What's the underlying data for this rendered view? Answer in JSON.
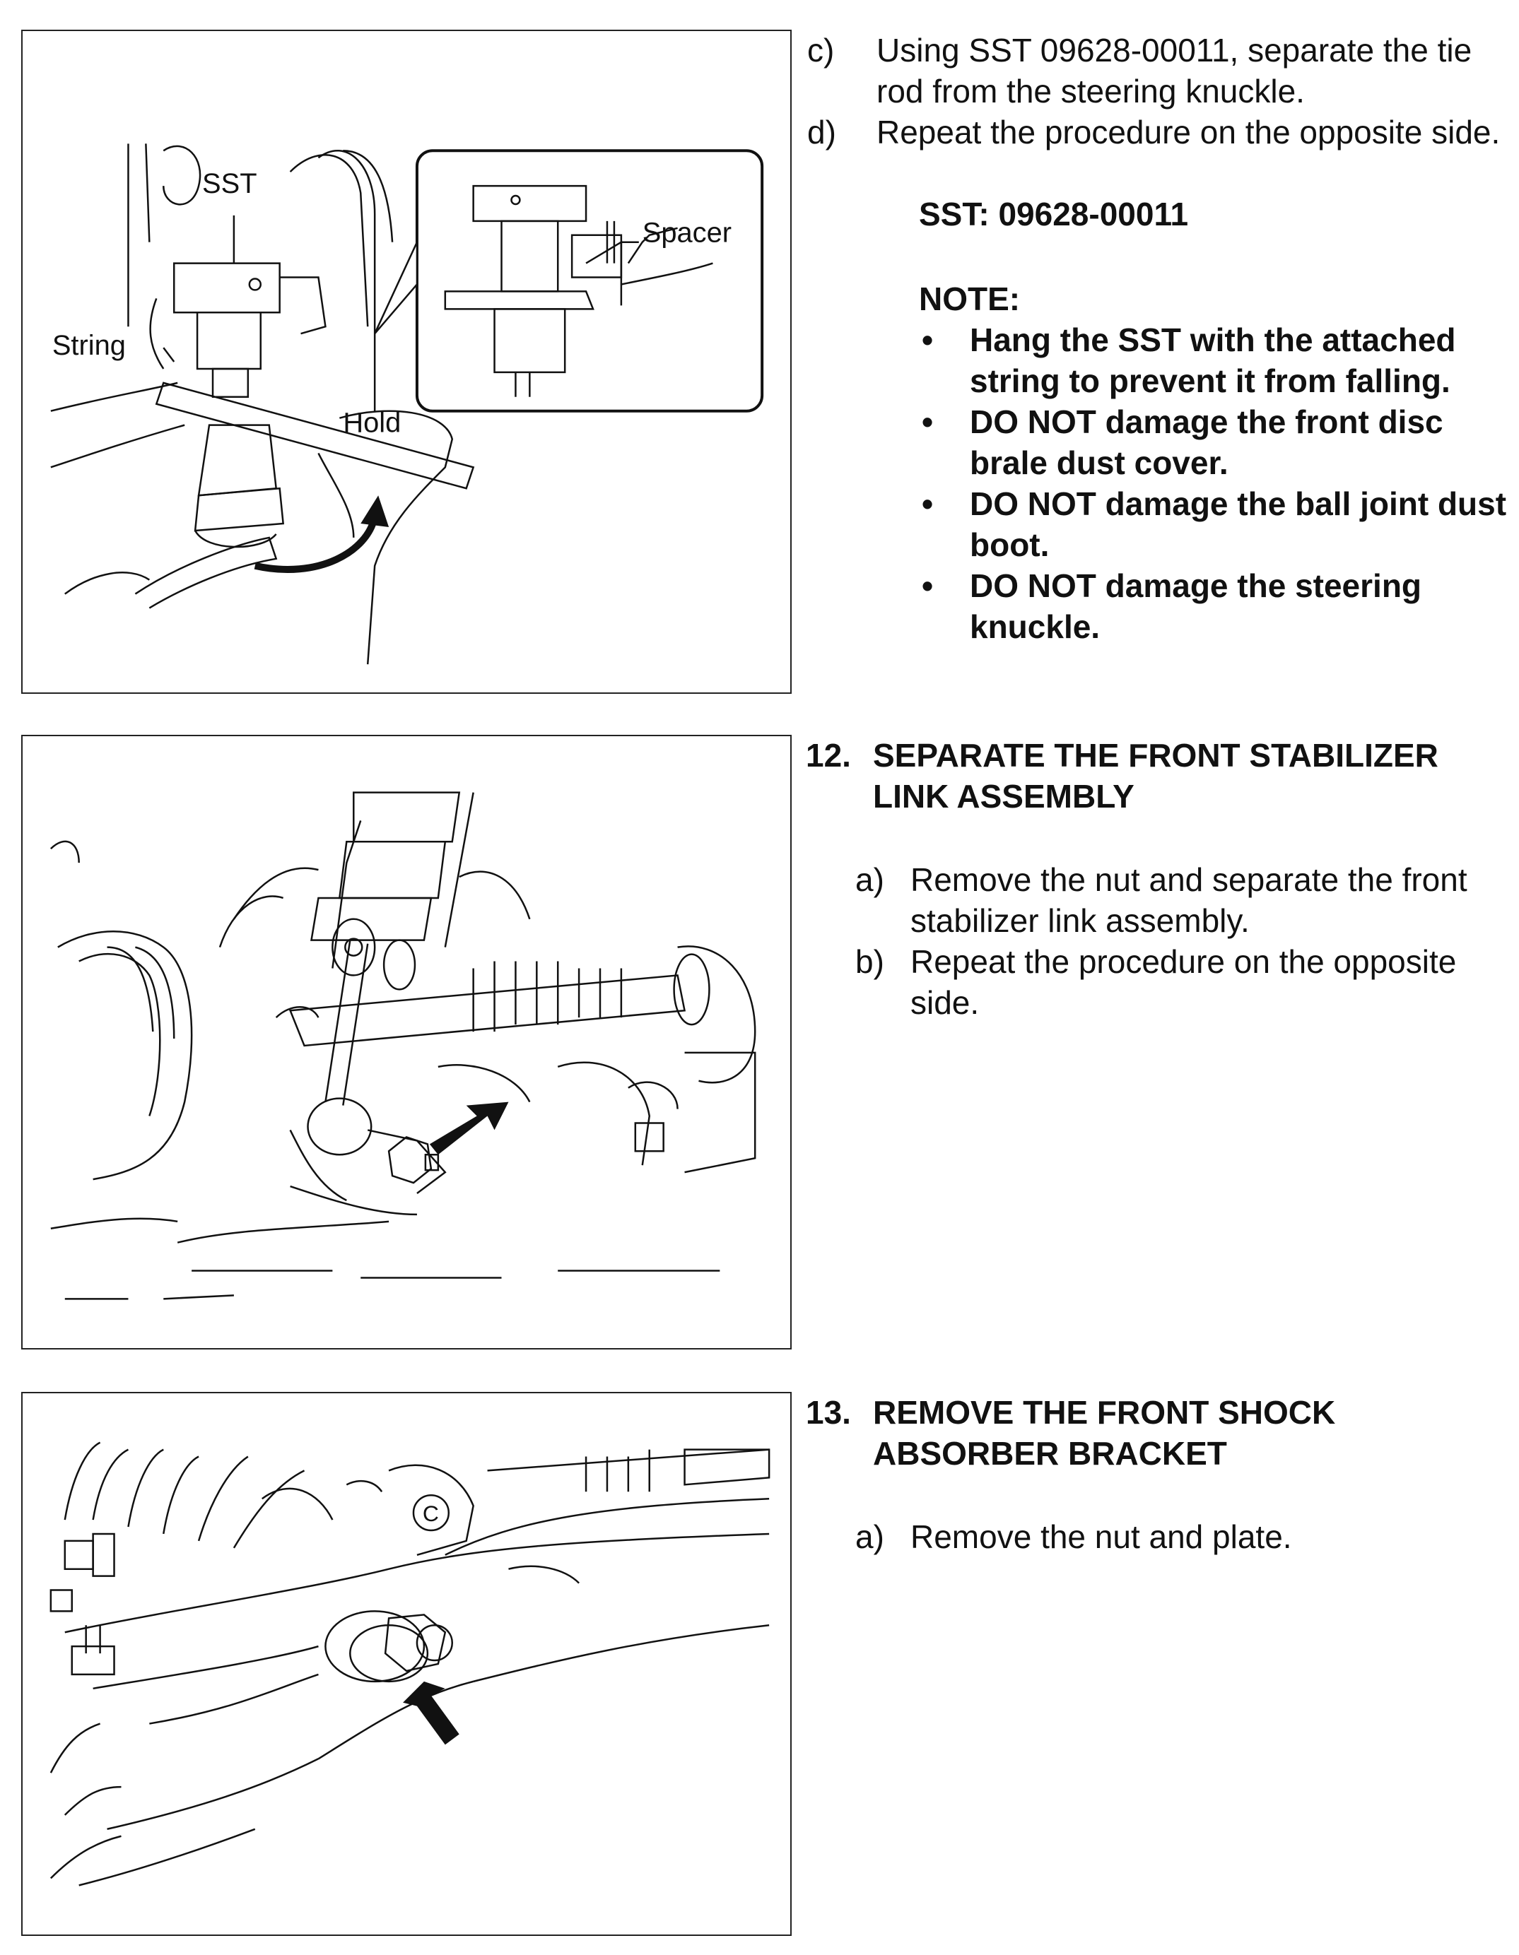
{
  "section_1": {
    "figure_labels": {
      "sst": "SST",
      "string": "String",
      "spacer": "Spacer",
      "hold": "Hold"
    },
    "steps": [
      {
        "label": "c)",
        "text": "Using SST 09628-00011, separate the tie rod from the steering knuckle."
      },
      {
        "label": "d)",
        "text": "Repeat the procedure on the opposite side."
      }
    ],
    "sst_line": "SST: 09628-00011",
    "note_heading": "NOTE:",
    "notes": [
      "Hang the SST with the attached string to prevent it from falling.",
      "DO NOT damage the front disc brale dust cover.",
      "DO NOT damage the ball joint dust boot.",
      "DO NOT damage the steering knuckle."
    ],
    "bullet": "•"
  },
  "section_2": {
    "number": "12.",
    "title": "SEPARATE THE FRONT STABILIZER LINK ASSEMBLY",
    "steps": [
      {
        "label": "a)",
        "text": "Remove the nut and separate the front stabilizer link assembly."
      },
      {
        "label": "b)",
        "text": "Repeat the procedure on the opposite side."
      }
    ]
  },
  "section_3": {
    "number": "13.",
    "title": "REMOVE THE FRONT SHOCK ABSORBER BRACKET",
    "steps": [
      {
        "label": "a)",
        "text": "Remove the nut and plate."
      }
    ]
  }
}
